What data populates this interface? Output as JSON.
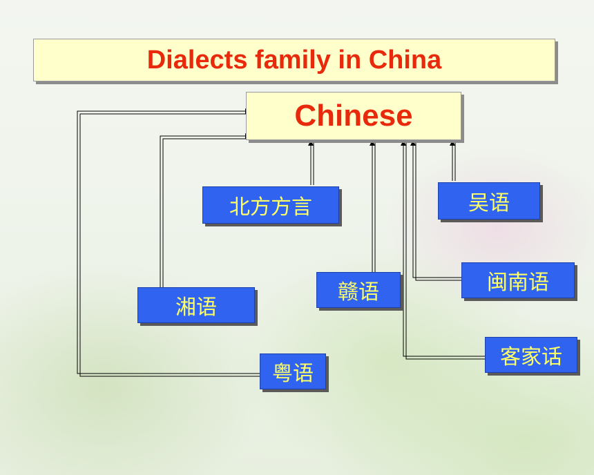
{
  "title": "Dialects family in China",
  "root": "Chinese",
  "dialects": {
    "northern": "北方方言",
    "wu": "吴语",
    "gan": "赣语",
    "minnan": "闽南语",
    "xiang": "湘语",
    "hakka": "客家话",
    "yue": "粤语"
  },
  "colors": {
    "title_text": "#e8290b",
    "header_fill": "#ffffcc",
    "leaf_fill": "#2f63f0",
    "leaf_text": "#ffff66"
  }
}
